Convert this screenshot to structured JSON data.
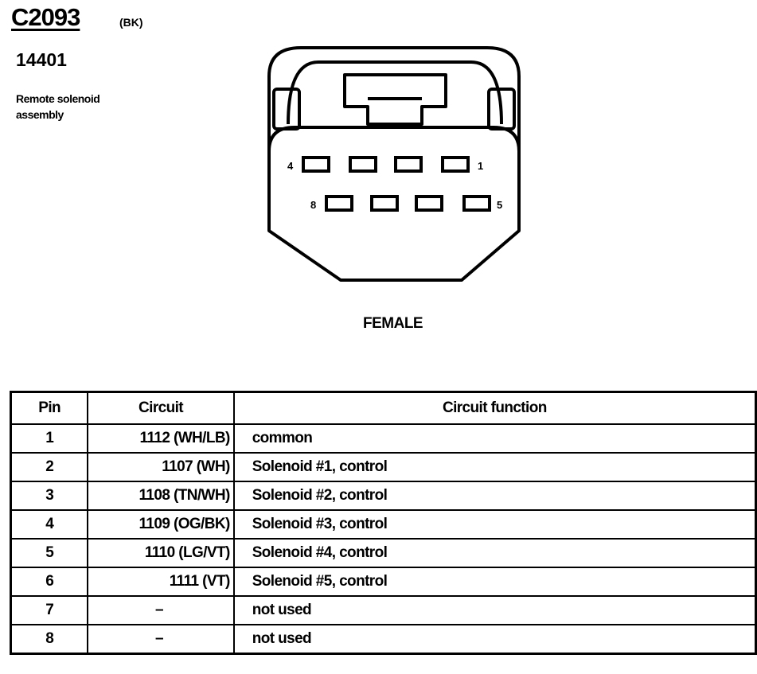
{
  "connector": {
    "id": "C2093",
    "color_code": "(BK)",
    "part_number": "14401",
    "description_line1": "Remote solenoid",
    "description_line2": "assembly",
    "gender": "FEMALE",
    "pin_labels": {
      "pin4": "4",
      "pin1": "1",
      "pin8": "8",
      "pin5": "5"
    }
  },
  "table": {
    "headers": {
      "pin": "Pin",
      "circuit": "Circuit",
      "function": "Circuit function"
    },
    "rows": [
      {
        "pin": "1",
        "circuit": "1112 (WH/LB)",
        "function": "common"
      },
      {
        "pin": "2",
        "circuit": "1107 (WH)",
        "function": "Solenoid #1, control"
      },
      {
        "pin": "3",
        "circuit": "1108 (TN/WH)",
        "function": "Solenoid #2, control"
      },
      {
        "pin": "4",
        "circuit": "1109 (OG/BK)",
        "function": "Solenoid #3, control"
      },
      {
        "pin": "5",
        "circuit": "1110 (LG/VT)",
        "function": "Solenoid #4, control"
      },
      {
        "pin": "6",
        "circuit": "1111 (VT)",
        "function": "Solenoid #5, control"
      },
      {
        "pin": "7",
        "circuit": "–",
        "function": "not used"
      },
      {
        "pin": "8",
        "circuit": "–",
        "function": "not used"
      }
    ]
  }
}
